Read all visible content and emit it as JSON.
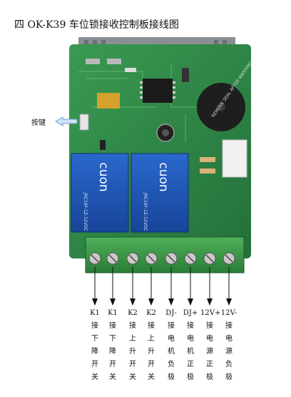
{
  "title": "四  OK-K39 车位锁接收控制板接线图",
  "button_label": "按键",
  "relay_brand": "cuon",
  "relay_model": "JRC19F-1Z-12VDC",
  "buzzer_text": "REMOVE SEAL AFTER WASHING",
  "terminals": [
    {
      "name": "K1",
      "chars": [
        "接",
        "下",
        "降",
        "开",
        "关"
      ]
    },
    {
      "name": "K1",
      "chars": [
        "接",
        "下",
        "降",
        "开",
        "关"
      ]
    },
    {
      "name": "K2",
      "chars": [
        "接",
        "上",
        "升",
        "开",
        "关"
      ]
    },
    {
      "name": "K2",
      "chars": [
        "接",
        "上",
        "升",
        "开",
        "关"
      ]
    },
    {
      "name": "DJ-",
      "chars": [
        "接",
        "电",
        "机",
        "负",
        "极"
      ]
    },
    {
      "name": "DJ+",
      "chars": [
        "接",
        "电",
        "机",
        "正",
        "极"
      ]
    },
    {
      "name": "12V+",
      "chars": [
        "接",
        "电",
        "源",
        "正",
        "极"
      ]
    },
    {
      "name": "12V-",
      "chars": [
        "接",
        "电",
        "源",
        "负",
        "极"
      ]
    }
  ],
  "colors": {
    "pcb": "#2f8f4a",
    "relay": "#1e57b8",
    "terminal": "#3c9a4a"
  }
}
